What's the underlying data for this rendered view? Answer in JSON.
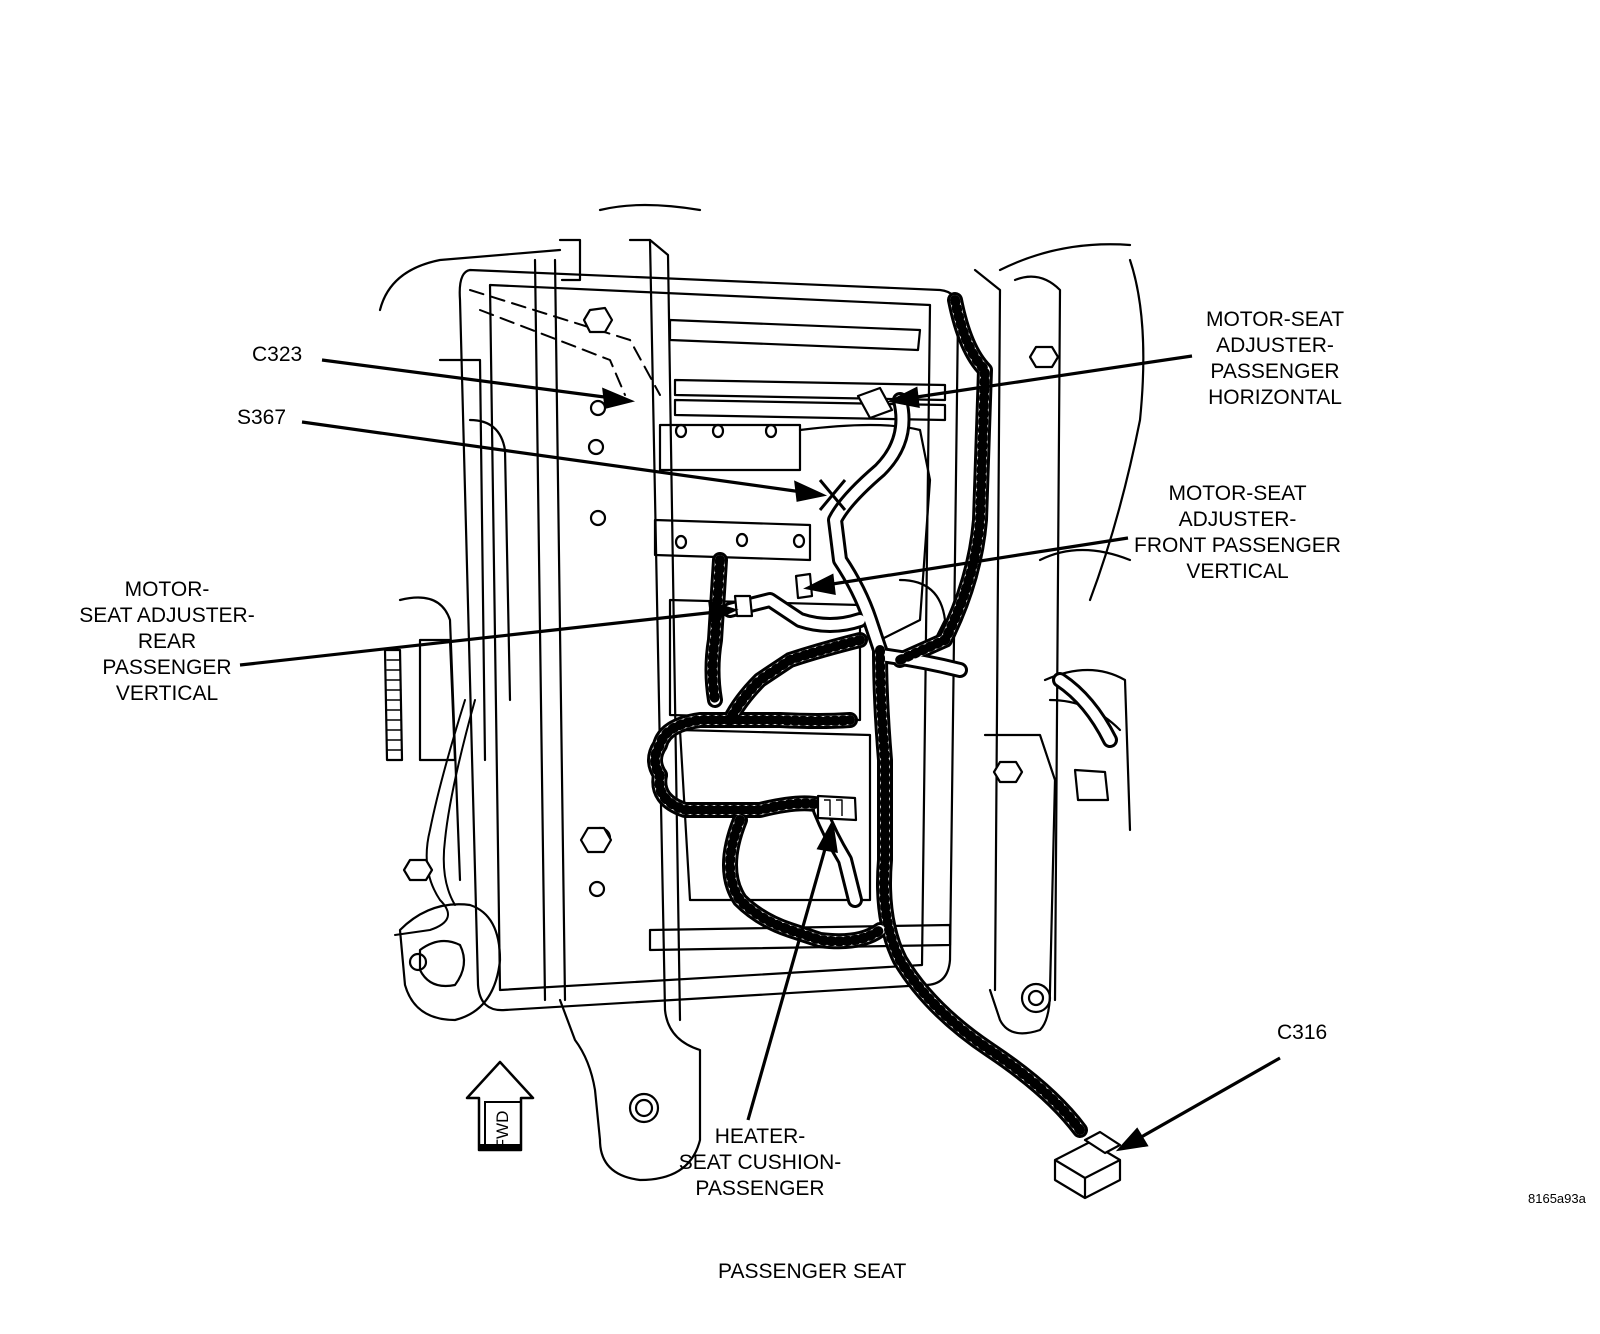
{
  "labels": {
    "c323": "C323",
    "s367": "S367",
    "horizontal": [
      "MOTOR-SEAT",
      "ADJUSTER-",
      "PASSENGER",
      "HORIZONTAL"
    ],
    "front_vertical": [
      "MOTOR-SEAT",
      "ADJUSTER-",
      "FRONT PASSENGER",
      "VERTICAL"
    ],
    "rear_vertical": [
      "MOTOR-",
      "SEAT ADJUSTER-",
      "REAR",
      "PASSENGER",
      "VERTICAL"
    ],
    "heater": [
      "HEATER-",
      "SEAT CUSHION-",
      "PASSENGER"
    ],
    "c316": "C316"
  },
  "fwd_label": "FWD",
  "figure_id": "8165a93a",
  "caption": "PASSENGER SEAT",
  "colors": {
    "line": "#000000",
    "background": "#ffffff"
  }
}
